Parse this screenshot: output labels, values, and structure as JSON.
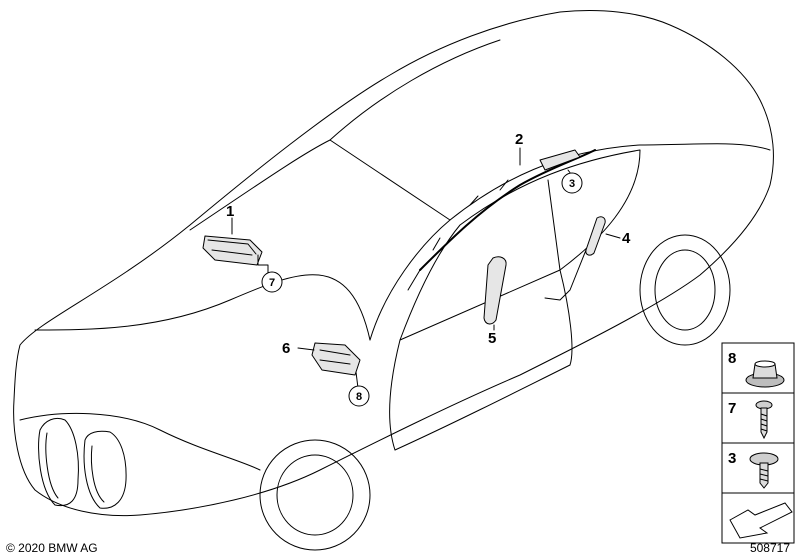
{
  "callouts": {
    "c1": "1",
    "c2": "2",
    "c3": "3",
    "c4": "4",
    "c5": "5",
    "c6": "6",
    "c7": "7",
    "c8": "8"
  },
  "legend": {
    "items": [
      {
        "number": "8",
        "icon": "collar-nut-icon"
      },
      {
        "number": "7",
        "icon": "screw-icon"
      },
      {
        "number": "3",
        "icon": "fillister-head-screw-icon"
      }
    ],
    "view_icon": "viewing-direction-arrow-icon"
  },
  "footer": {
    "copyright": "© 2020 BMW AG",
    "diagram_number": "508717"
  }
}
